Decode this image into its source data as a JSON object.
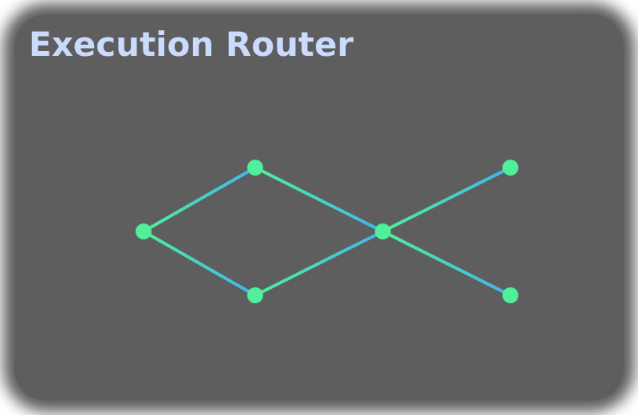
{
  "title": "Execution Router",
  "colors": {
    "background": "#5e5e5e",
    "title": "#c9dcff",
    "node": "#4ef09a",
    "edge_start": "#4ef09a",
    "edge_end": "#3fb5ee"
  },
  "graph": {
    "nodes": [
      {
        "id": "input"
      },
      {
        "id": "upper-branch"
      },
      {
        "id": "lower-branch"
      },
      {
        "id": "router"
      },
      {
        "id": "upper-output"
      },
      {
        "id": "lower-output"
      }
    ],
    "edges": [
      {
        "from": "input",
        "to": "upper-branch"
      },
      {
        "from": "input",
        "to": "lower-branch"
      },
      {
        "from": "upper-branch",
        "to": "router"
      },
      {
        "from": "lower-branch",
        "to": "router"
      },
      {
        "from": "router",
        "to": "upper-output"
      },
      {
        "from": "router",
        "to": "lower-output"
      }
    ]
  }
}
